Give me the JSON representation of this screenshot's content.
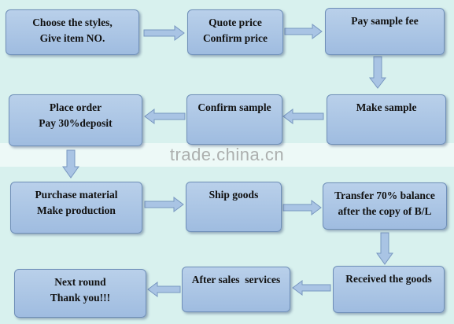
{
  "steps": [
    {
      "id": "choose-styles",
      "lines": [
        "Choose the styles,",
        "Give item NO."
      ]
    },
    {
      "id": "quote-price",
      "lines": [
        "Quote price",
        "Confirm price"
      ]
    },
    {
      "id": "pay-sample-fee",
      "lines": [
        "Pay sample fee"
      ]
    },
    {
      "id": "make-sample",
      "lines": [
        "Make sample"
      ]
    },
    {
      "id": "confirm-sample",
      "lines": [
        "Confirm sample"
      ]
    },
    {
      "id": "place-order",
      "lines": [
        "Place order",
        "Pay 30%deposit"
      ]
    },
    {
      "id": "purchase-material",
      "lines": [
        "Purchase material",
        "Make production"
      ]
    },
    {
      "id": "ship-goods",
      "lines": [
        "Ship goods"
      ]
    },
    {
      "id": "transfer-balance",
      "lines": [
        "Transfer 70% balance",
        "after the copy of B/L"
      ]
    },
    {
      "id": "received-goods",
      "lines": [
        "Received the goods"
      ]
    },
    {
      "id": "after-sales",
      "lines": [
        "After sales  services"
      ]
    },
    {
      "id": "next-round",
      "lines": [
        "Next round",
        "Thank you!!!"
      ]
    }
  ],
  "watermark": "trade.china.cn",
  "colors": {
    "background": "#d8f1ee",
    "box_fill": "#a9c4e4",
    "box_border": "#6f8fb8",
    "arrow_fill": "#a9c4e4",
    "arrow_stroke": "#7897c0"
  }
}
